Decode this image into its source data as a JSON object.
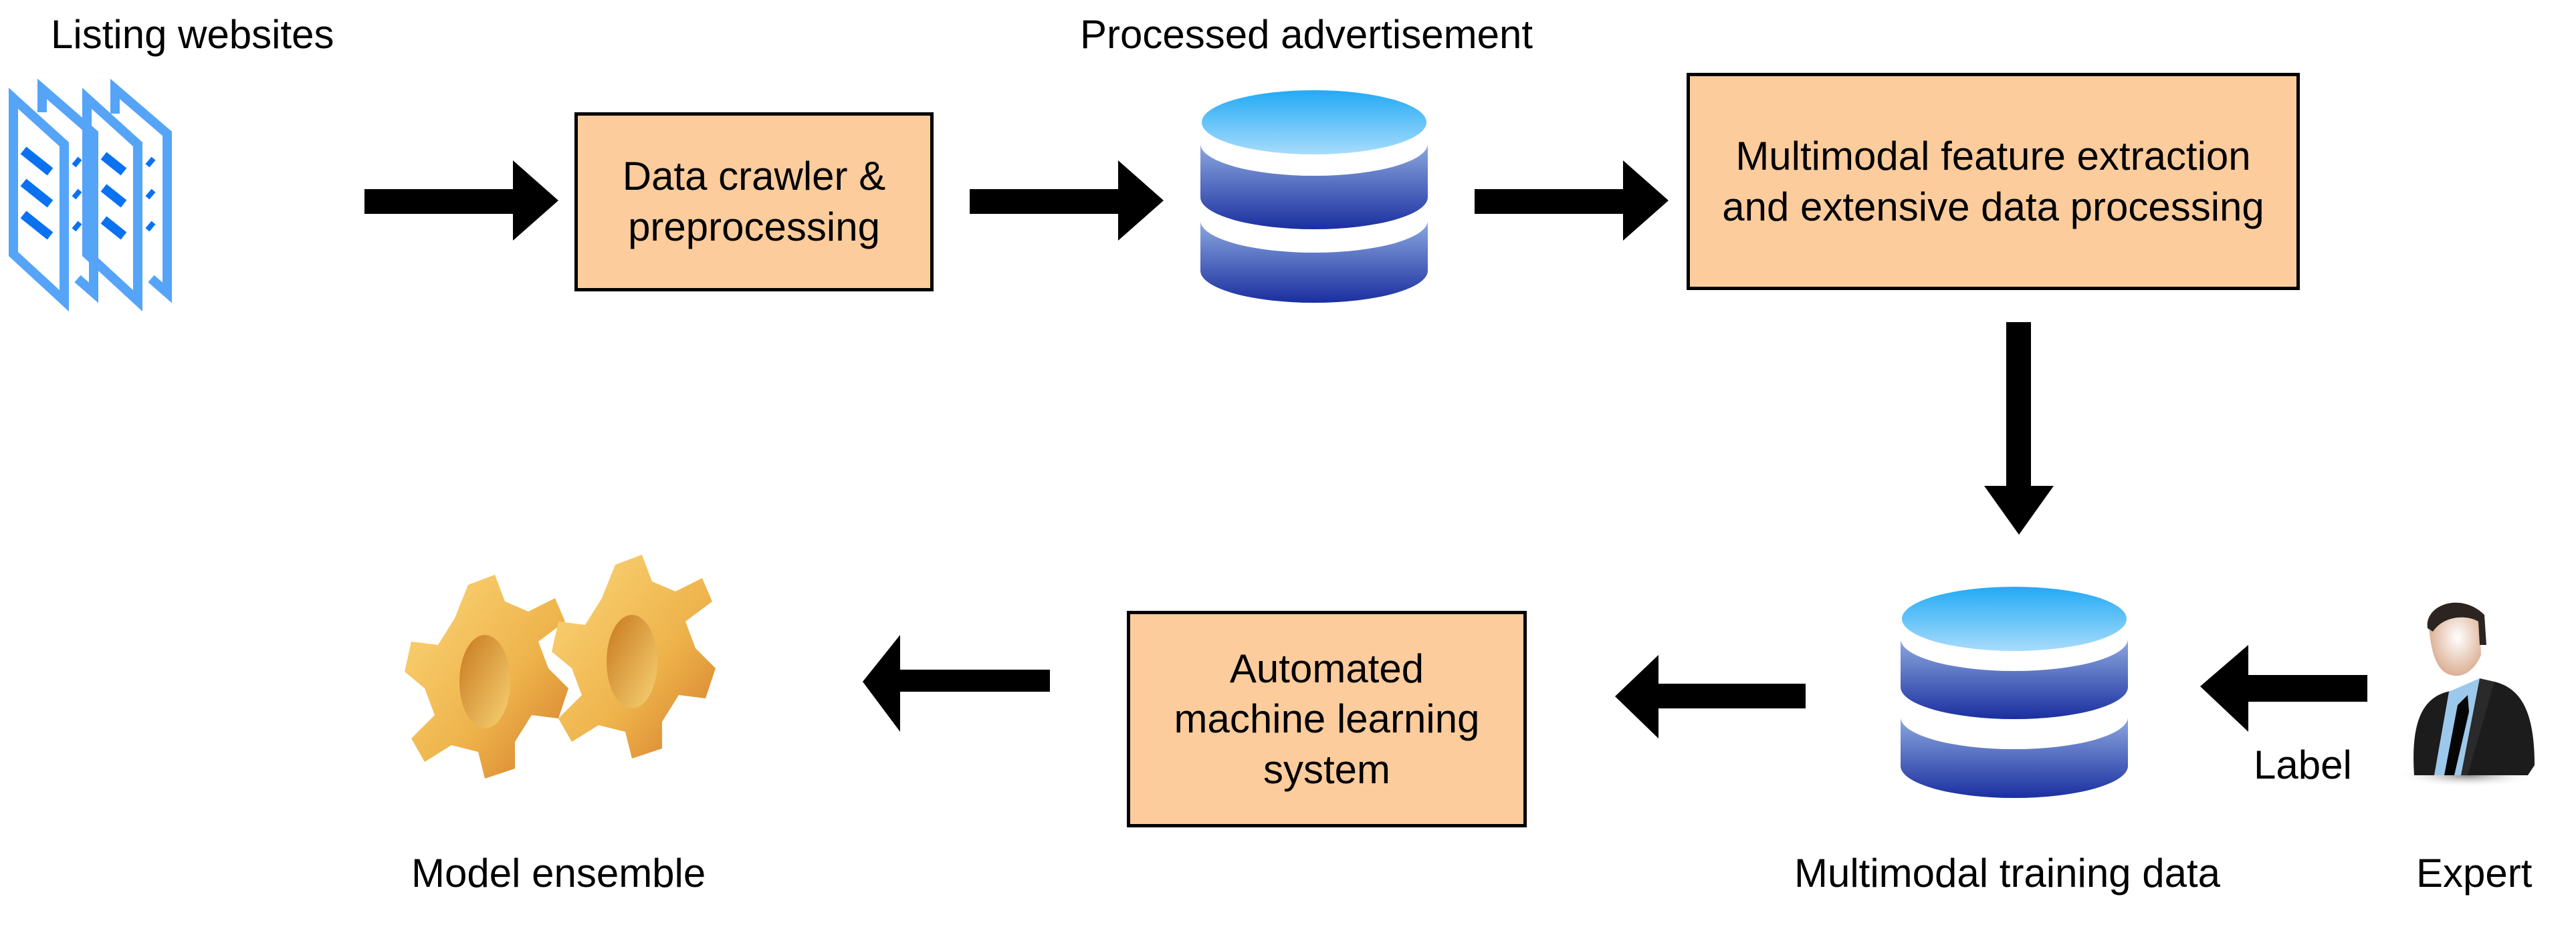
{
  "diagram": {
    "nodes": {
      "listing_websites": {
        "label": "Listing websites",
        "icon": "documents-icon"
      },
      "crawler": {
        "lines": [
          "Data crawler &",
          "preprocessing"
        ]
      },
      "processed_ad": {
        "label": "Processed advertisement",
        "icon": "database-icon"
      },
      "feature_extraction": {
        "lines": [
          "Multimodal feature extraction",
          "and extensive data processing"
        ]
      },
      "training_data": {
        "label": "Multimodal training data",
        "icon": "database-icon"
      },
      "expert": {
        "label": "Expert",
        "icon": "person-icon"
      },
      "automl": {
        "lines": [
          "Automated",
          "machine learning",
          "system"
        ]
      },
      "model_ensemble": {
        "label": "Model ensemble",
        "icon": "gears-icon"
      }
    },
    "edges": [
      {
        "from": "listing_websites",
        "to": "crawler"
      },
      {
        "from": "crawler",
        "to": "processed_ad"
      },
      {
        "from": "processed_ad",
        "to": "feature_extraction"
      },
      {
        "from": "feature_extraction",
        "to": "training_data"
      },
      {
        "from": "expert",
        "to": "training_data",
        "label": "Label"
      },
      {
        "from": "training_data",
        "to": "automl"
      },
      {
        "from": "automl",
        "to": "model_ensemble"
      }
    ],
    "colors": {
      "process_box": "#fdcc9c",
      "document_outline": "#55a4f7",
      "document_lines": "#0a72f0",
      "db_top": "#22aaf5",
      "db_bottom": "#1a2fa0",
      "gear": "#f0b848",
      "arrow": "#000000"
    }
  }
}
